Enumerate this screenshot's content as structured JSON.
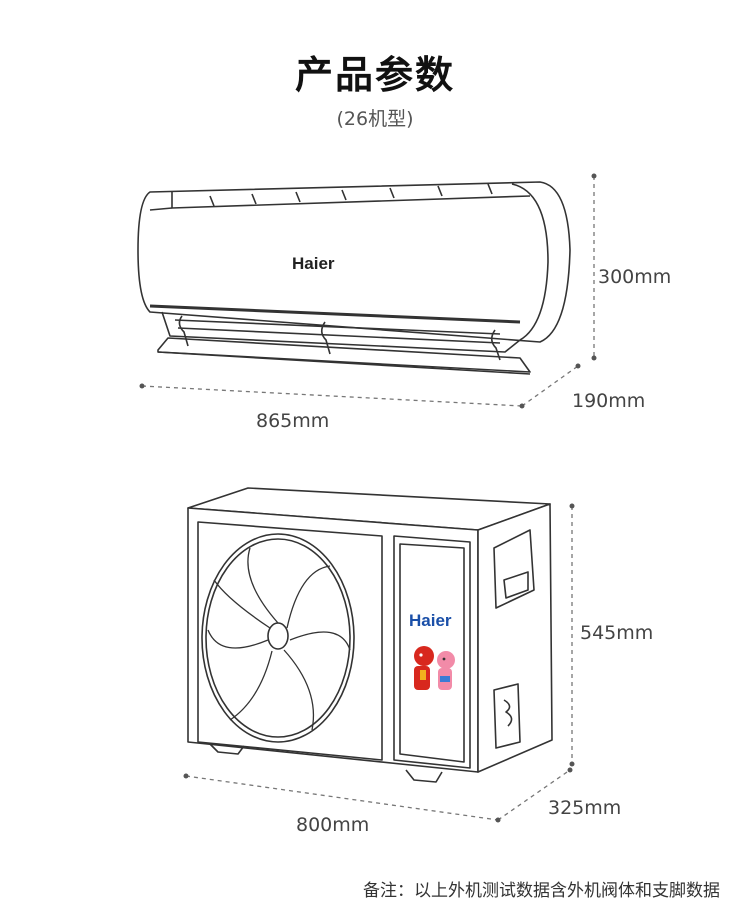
{
  "header": {
    "title": "产品参数",
    "subtitle": "(26机型)"
  },
  "indoor_unit": {
    "brand": "Haier",
    "height_label": "300mm",
    "depth_label": "190mm",
    "width_label": "865mm"
  },
  "outdoor_unit": {
    "brand": "Haier",
    "height_label": "545mm",
    "depth_label": "325mm",
    "width_label": "800mm"
  },
  "footer": {
    "note": "备注：以上外机测试数据含外机阀体和支脚数据"
  },
  "colors": {
    "line": "#333333",
    "dim_line": "#777777",
    "brand_blue": "#1a4fa8",
    "mascot_red": "#d8281e"
  }
}
